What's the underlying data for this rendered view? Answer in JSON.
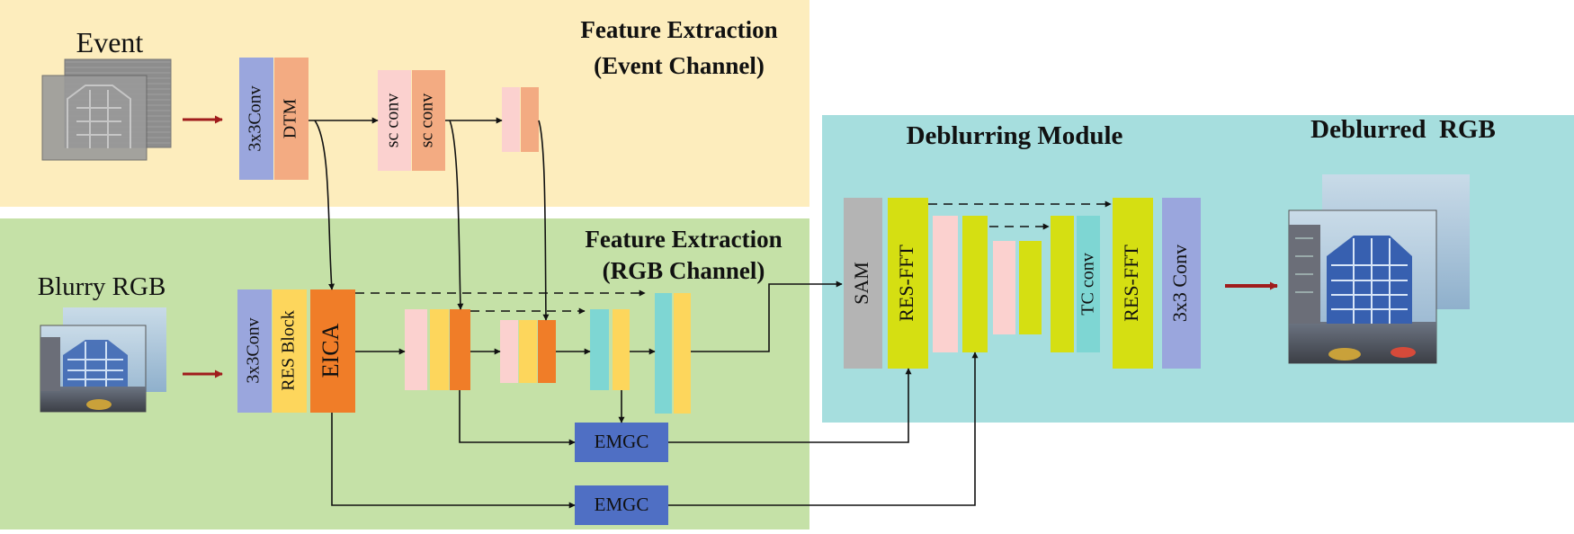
{
  "panels": {
    "event": {
      "title_line1": "Feature Extraction",
      "title_line2": "(Event Channel)",
      "input_label": "Event"
    },
    "rgb": {
      "title_line1": "Feature Extraction",
      "title_line2": "(RGB Channel)",
      "input_label": "Blurry RGB"
    },
    "deblur": {
      "title": "Deblurring Module",
      "output_label": "Deblurred  RGB"
    }
  },
  "event_blocks": {
    "conv": "3x3Conv",
    "dtm": "DTM",
    "sc1": "sc conv",
    "sc2": "sc conv"
  },
  "rgb_blocks": {
    "conv": "3x3Conv",
    "res": "RES Block",
    "eica": "EICA",
    "emgc1": "EMGC",
    "emgc2": "EMGC"
  },
  "deblur_blocks": {
    "sam": "SAM",
    "resfft1": "RES-FFT",
    "tc": "TC conv",
    "resfft2": "RES-FFT",
    "conv": "3x3 Conv"
  },
  "colors": {
    "event_bg": "#fdedbd",
    "rgb_bg": "#c5e1a7",
    "deblur_bg": "#a6dede",
    "blue": "#9aa6dd",
    "salmon": "#f3ab82",
    "pink": "#fbd1cf",
    "orange": "#f07d28",
    "yellow": "#fdd65c",
    "lime": "#d5df12",
    "teal": "#7ed6d3",
    "gray": "#b4b4b4",
    "emgc": "#4f6fc4",
    "arrow_red": "#a01c1c"
  }
}
